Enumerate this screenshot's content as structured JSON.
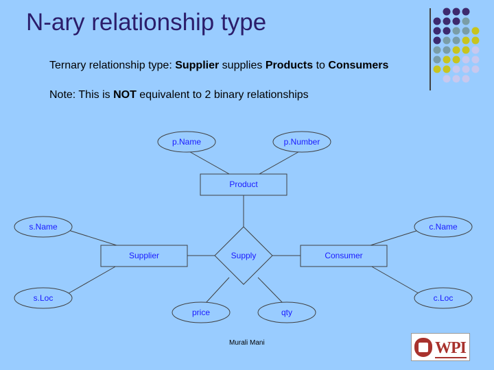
{
  "slide": {
    "title": "N-ary relationship type",
    "line1": {
      "prefix": "Ternary relationship type: ",
      "supplier": "Supplier",
      "mid1": " supplies ",
      "products": "Products",
      "mid2": " to ",
      "consumers": "Consumers"
    },
    "line2": {
      "prefix": "Note: This is ",
      "not": "NOT",
      "suffix": " equivalent to 2 binary relationships"
    },
    "footer": "Murali Mani",
    "logo_text": "WPI"
  },
  "diagram": {
    "entities": {
      "product": "Product",
      "supplier": "Supplier",
      "consumer": "Consumer"
    },
    "relationship": "Supply",
    "attributes": {
      "pName": "p.Name",
      "pNumber": "p.Number",
      "sName": "s.Name",
      "sLoc": "s.Loc",
      "cName": "c.Name",
      "cLoc": "c.Loc",
      "price": "price",
      "qty": "qty"
    }
  },
  "colors": {
    "background": "#99ccff",
    "title": "#2b1d6b",
    "diagram_text": "#1a1aff",
    "dot_purple": "#3d2a6e",
    "dot_gray": "#7a9da6",
    "dot_yellow": "#c8c41e",
    "dot_lavender": "#c8c8ee"
  }
}
